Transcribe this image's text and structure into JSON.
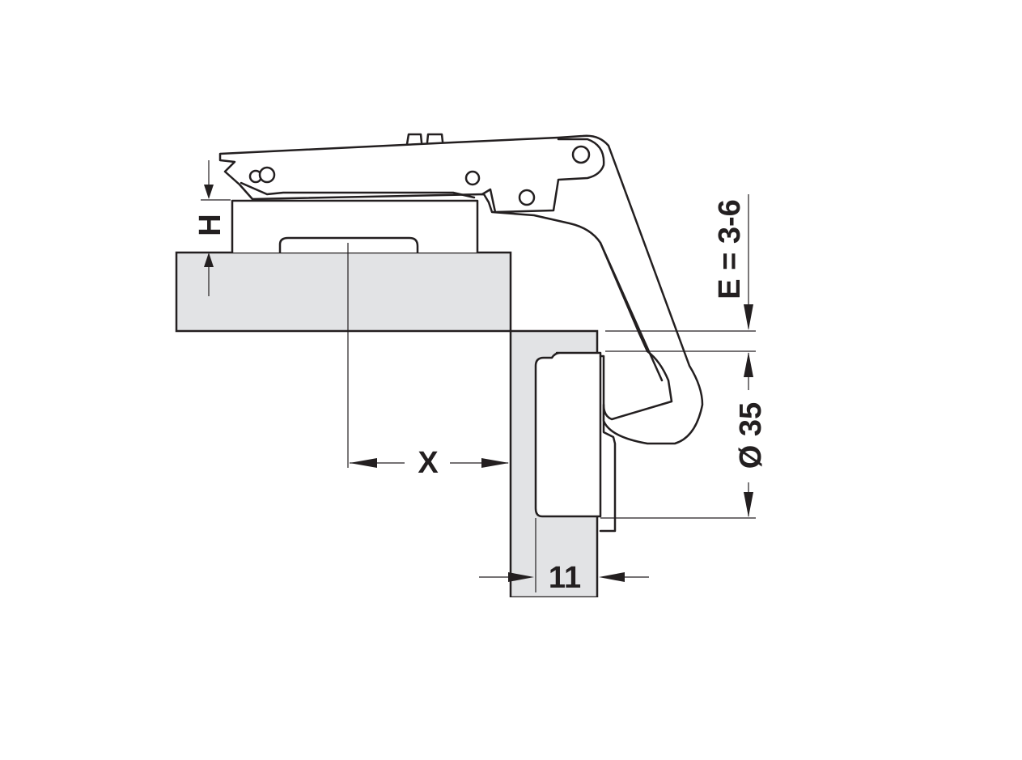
{
  "labels": {
    "h": "H",
    "x": "X",
    "e": "E = 3-6",
    "diameter": "Ø 35",
    "eleven": "11"
  }
}
